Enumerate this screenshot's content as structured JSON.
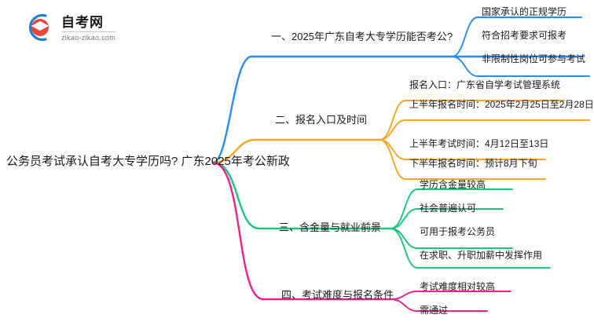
{
  "logo": {
    "title": "自考网",
    "url": "zikao-zikao.com",
    "mark": "graduation-cap-icon"
  },
  "mindmap": {
    "root": {
      "label": "公务员考试承认自考大专学历吗? 广东2025年考公新政"
    },
    "branches": [
      {
        "id": "branch-1",
        "label": "一、2025年广东自考大专学历能否考公?",
        "color": "#2b8cf0",
        "children": [
          {
            "label": "国家承认的正规学历"
          },
          {
            "label": "符合招考要求可报考"
          },
          {
            "label": "非限制性岗位可参与考试"
          }
        ]
      },
      {
        "id": "branch-2",
        "label": "二、报名入口及时间",
        "color": "#f5a623",
        "children": [
          {
            "label": "报名入口：广东省自学考试管理系统"
          },
          {
            "label": "上半年报名时间：2025年2月25日至2月28日"
          },
          {
            "label": "上半年考试时间：4月12日至13日"
          },
          {
            "label": "下半年报名时间：预计8月下旬"
          }
        ]
      },
      {
        "id": "branch-3",
        "label": "三、含金量与就业前景",
        "color": "#1bc47d",
        "children": [
          {
            "label": "学历含金量较高"
          },
          {
            "label": "社会普遍认可"
          },
          {
            "label": "可用于报考公务员"
          },
          {
            "label": "在求职、升职加薪中发挥作用"
          }
        ]
      },
      {
        "id": "branch-4",
        "label": "四、考试难度与报名条件",
        "color": "#f0218c",
        "children": [
          {
            "label": "考试难度相对较高"
          },
          {
            "label": "需通过"
          }
        ]
      }
    ]
  }
}
